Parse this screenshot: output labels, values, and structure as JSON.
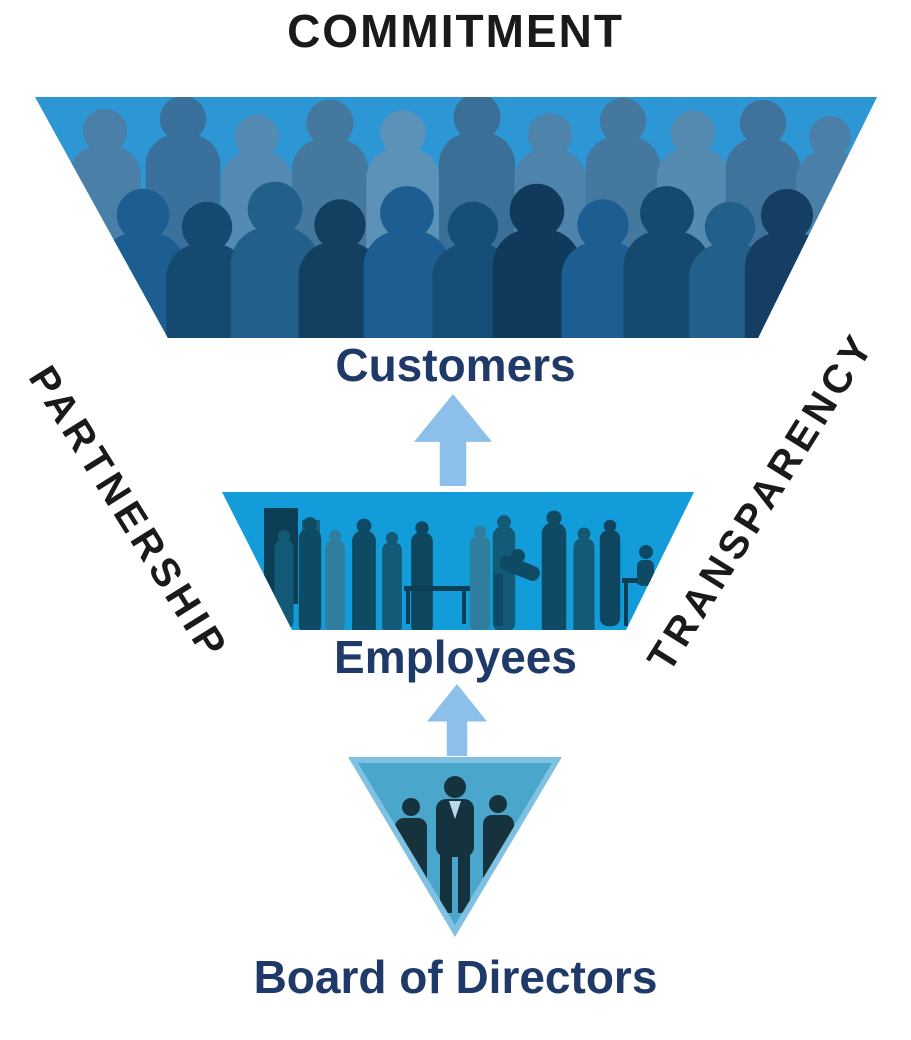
{
  "title": "COMMITMENT",
  "side_labels": {
    "left": "PARTNERSHIP",
    "right": "TRANSPARENCY"
  },
  "funnel": {
    "tiers": [
      {
        "name": "customers",
        "label": "Customers",
        "icon": "crowd-silhouette"
      },
      {
        "name": "employees",
        "label": "Employees",
        "icon": "office-workers-silhouette"
      },
      {
        "name": "board",
        "label": "Board of Directors",
        "icon": "executives-silhouette"
      }
    ],
    "arrow_icon": "up-arrow"
  },
  "colors": {
    "heading-black": "#1a1a1a",
    "label-navy": "#1f3a68",
    "arrow-blue": "#8cc0ea",
    "tier-blue": "#2d96d4",
    "tier-cyan": "#129cd9",
    "triangle-light": "#7fc1e3",
    "triangle-inner": "#4aa6ca",
    "silhouette-dark": "#1d5e92",
    "silhouette-mid": "#4a80a8",
    "employee-dark": "#0e4a63",
    "board-dark": "#14333e"
  }
}
